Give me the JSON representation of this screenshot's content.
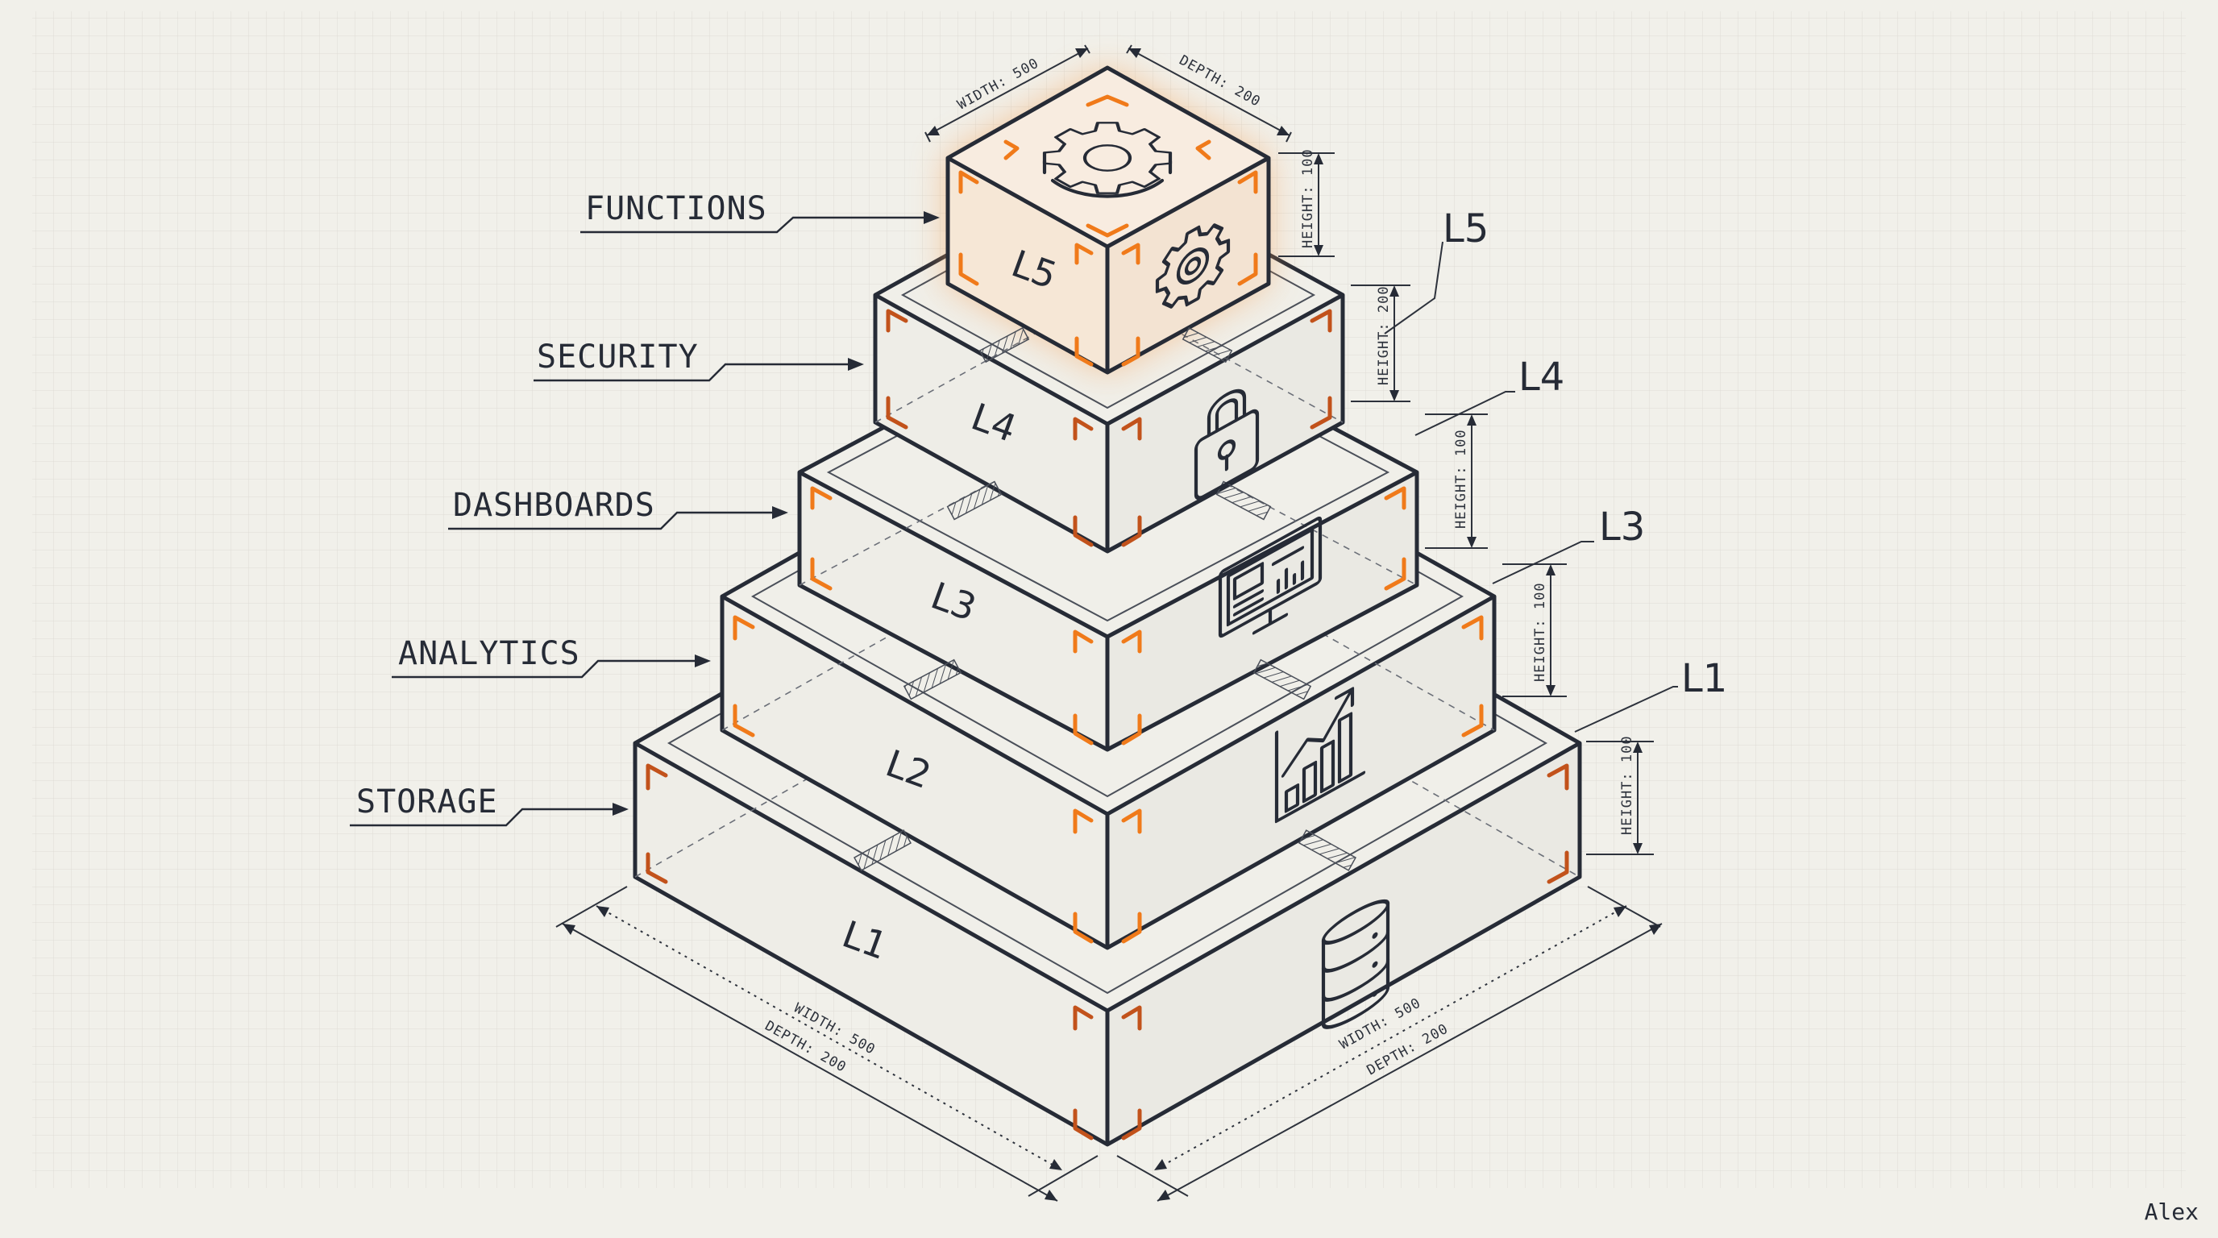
{
  "diagram": {
    "callouts": [
      {
        "text": "FUNCTIONS"
      },
      {
        "text": "SECURITY"
      },
      {
        "text": "DASHBOARDS"
      },
      {
        "text": "ANALYTICS"
      },
      {
        "text": "STORAGE"
      }
    ],
    "level_tags": [
      "L5",
      "L4",
      "L3",
      "L1"
    ],
    "face_labels": [
      "L5",
      "L4",
      "L3",
      "L2",
      "L1"
    ],
    "dimensions": {
      "height_100": "HEIGHT: 100",
      "height_200": "HEIGHT: 200",
      "width_500": "WIDTH: 500",
      "depth_200": "DEPTH: 200"
    },
    "icons": [
      "gear-icon",
      "gear-icon",
      "padlock-icon",
      "monitor-dashboard-icon",
      "bar-chart-trend-icon",
      "database-icon"
    ],
    "colors": {
      "accent": "#f07a1a",
      "accent_dark": "#c2521b",
      "line": "#262b36",
      "background": "#f1f0ea",
      "grid": "#dcdbd4"
    },
    "author": "Alex"
  }
}
